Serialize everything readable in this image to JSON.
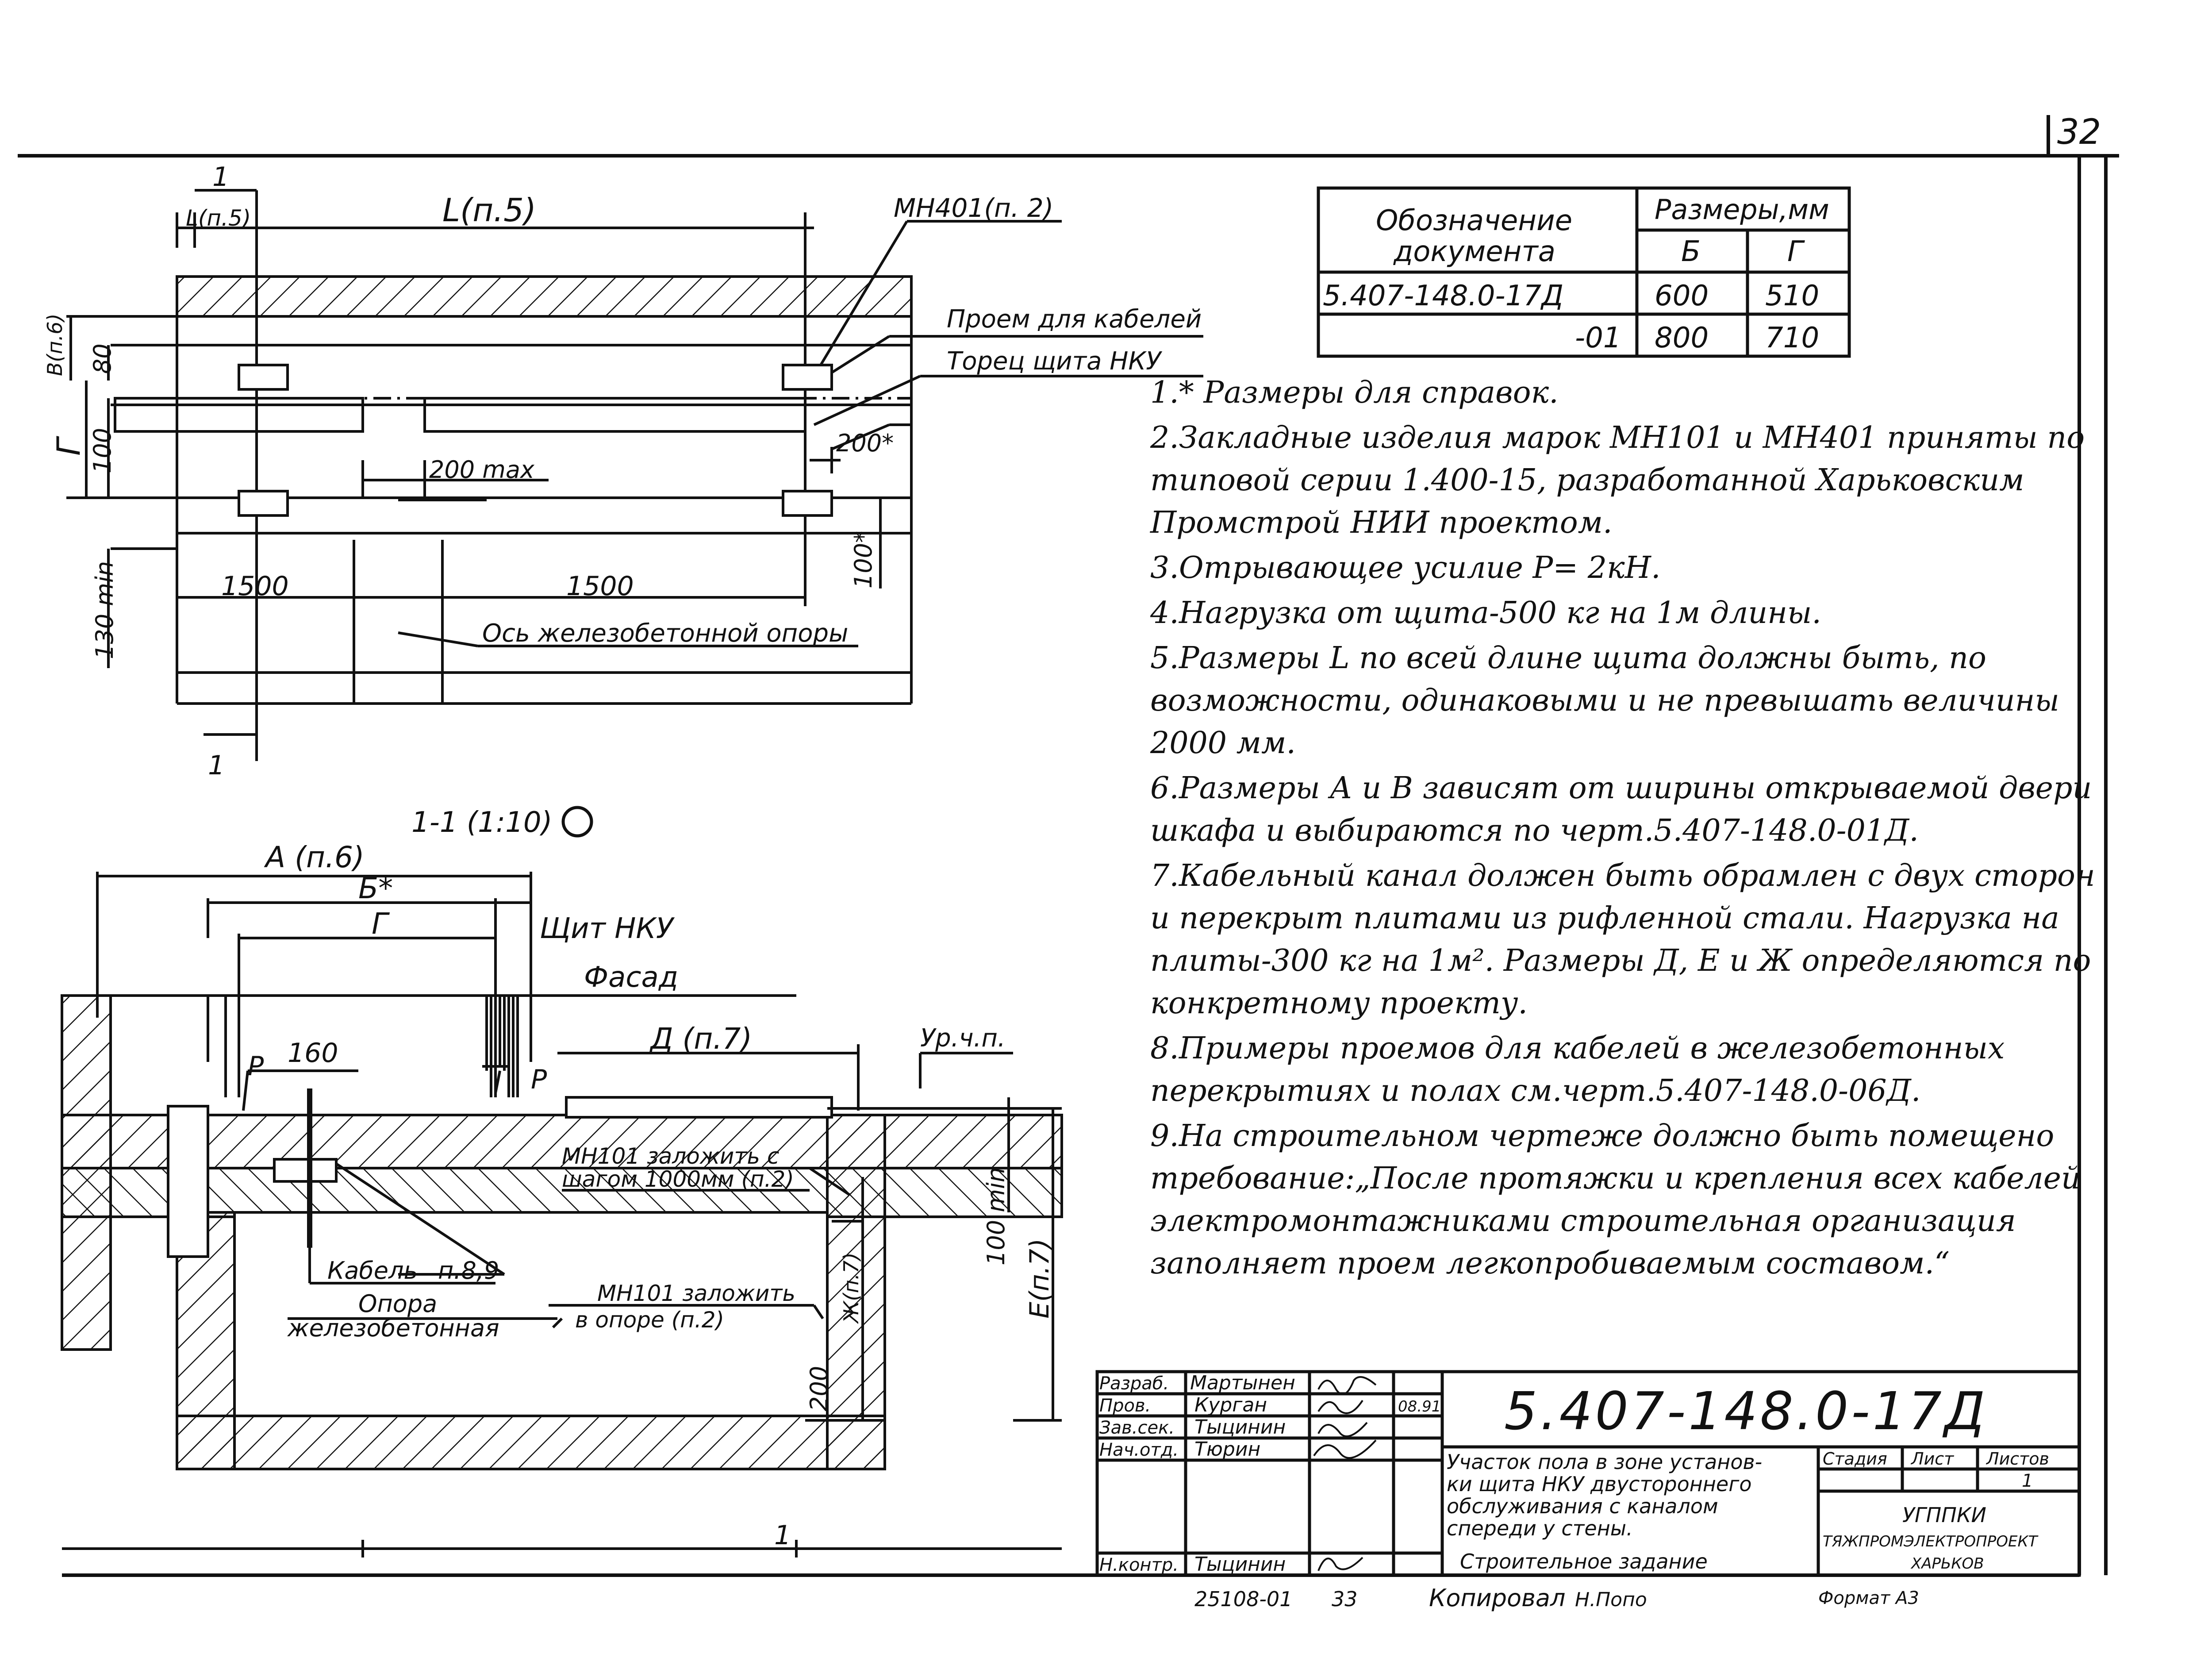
{
  "sheet_number": "32",
  "plan_view": {
    "dims": {
      "l_p5_left": "L(п.5)",
      "l_p5_main": "L(п.5)",
      "b_p6": "B(п.6)",
      "d80": "80",
      "g": "Г",
      "d100": "100",
      "d130": "130 min",
      "d200max": "200 max",
      "d200star": "200*",
      "d100star": "100*",
      "d1500_left": "1500",
      "d1500_right": "1500",
      "section_mark_top": "1",
      "section_mark_bottom": "1"
    },
    "labels": {
      "mn401": "МН401(п. 2)",
      "proem": "Проем для кабелей",
      "torec": "Торец щита НКУ",
      "os": "Ось железобетонной опоры"
    }
  },
  "section_view": {
    "title": "1-1 (1:10)",
    "dims": {
      "a_p6": "А (п.6)",
      "b_star": "Б*",
      "g": "Г",
      "d160": "160",
      "d_p7": "Д (п.7)",
      "ur_ch_p": "Ур.ч.п.",
      "p_left": "Р",
      "p_right": "Р",
      "d100min": "100 min",
      "e_p7": "Е(п.7)",
      "zh_p7": "Ж(п.7)",
      "d200": "200",
      "bottom_mark": "1"
    },
    "labels": {
      "shchit": "Щит НКУ",
      "fasad": "Фасад",
      "mn101_step_l1": "МН101 заложить с",
      "mn101_step_l2": "шагом 1000мм (п.2)",
      "kabel": "Кабель",
      "p89": "п.8,9",
      "opora_l1": "Опора",
      "opora_l2": "железобетонная",
      "mn101_opora_l1": "МН101 заложить",
      "mn101_opora_l2": "в опоре (п.2)"
    }
  },
  "size_table": {
    "header_doc": [
      "Обозначение",
      "документа"
    ],
    "header_sizes": "Размеры,мм",
    "col_b": "Б",
    "col_g": "Г",
    "rows": [
      {
        "doc": "5.407-148.0-17Д",
        "b": "600",
        "g": "510"
      },
      {
        "doc": "-01",
        "b": "800",
        "g": "710"
      }
    ]
  },
  "notes": [
    "1.* Размеры для справок.",
    "2.Закладные изделия марок МН101 и МН401 приняты по типовой серии 1.400-15, разработанной Харьковским Промстрой НИИ проектом.",
    "3.Отрывающее усилие Р= 2кН.",
    "4.Нагрузка от щита-500 кг на 1м длины.",
    "5.Размеры L по всей длине щита должны быть, по возможности, одинаковыми и не превышать величины 2000 мм.",
    "6.Размеры А и В зависят от ширины открываемой двери шкафа и выбираются по черт.5.407-148.0-01Д.",
    "7.Кабельный канал должен быть обрамлен с двух сторон и перекрыт плитами из рифленной стали. Нагрузка на плиты-300 кг на 1м². Размеры Д, Е и Ж определяются по конкретному проекту.",
    "8.Примеры проемов для кабелей в железобетонных перекрытиях и полах см.черт.5.407-148.0-06Д.",
    "9.На строительном чертеже должно быть помещено требование:„После протяжки и крепления всех кабелей электромонтажниками строительная организация заполняет проем легкопробиваемым составом.“"
  ],
  "title_block": {
    "doc_number": "5.407-148.0-17Д",
    "roles": [
      {
        "role": "Разраб.",
        "name": "Мартынен",
        "sign": "",
        "date": ""
      },
      {
        "role": "Пров.",
        "name": "Курган",
        "sign": "",
        "date": "08.91"
      },
      {
        "role": "Зав.сек.",
        "name": "Тыцинин",
        "sign": "",
        "date": ""
      },
      {
        "role": "Нач.отд.",
        "name": "Тюрин",
        "sign": "",
        "date": ""
      },
      {
        "role": "Н.контр.",
        "name": "Тыцинин",
        "sign": "",
        "date": ""
      }
    ],
    "description": [
      "Участок пола в зоне установ-",
      "ки щита НКУ двустороннего",
      "обслуживания с каналом",
      "спереди у стены.",
      "Строительное задание"
    ],
    "stage_label": "Стадия",
    "sheet_label": "Лист",
    "sheets_label": "Листов",
    "sheets_value": "1",
    "org": [
      "УГППКИ",
      "ТЯЖПРОМЭЛЕКТРОПРОЕКТ",
      "ХАРЬКОВ"
    ]
  },
  "footer": {
    "inv": "25108-01",
    "page": "33",
    "copied": "Копировал",
    "copier": "Н.Попо",
    "format": "Формат А3"
  }
}
